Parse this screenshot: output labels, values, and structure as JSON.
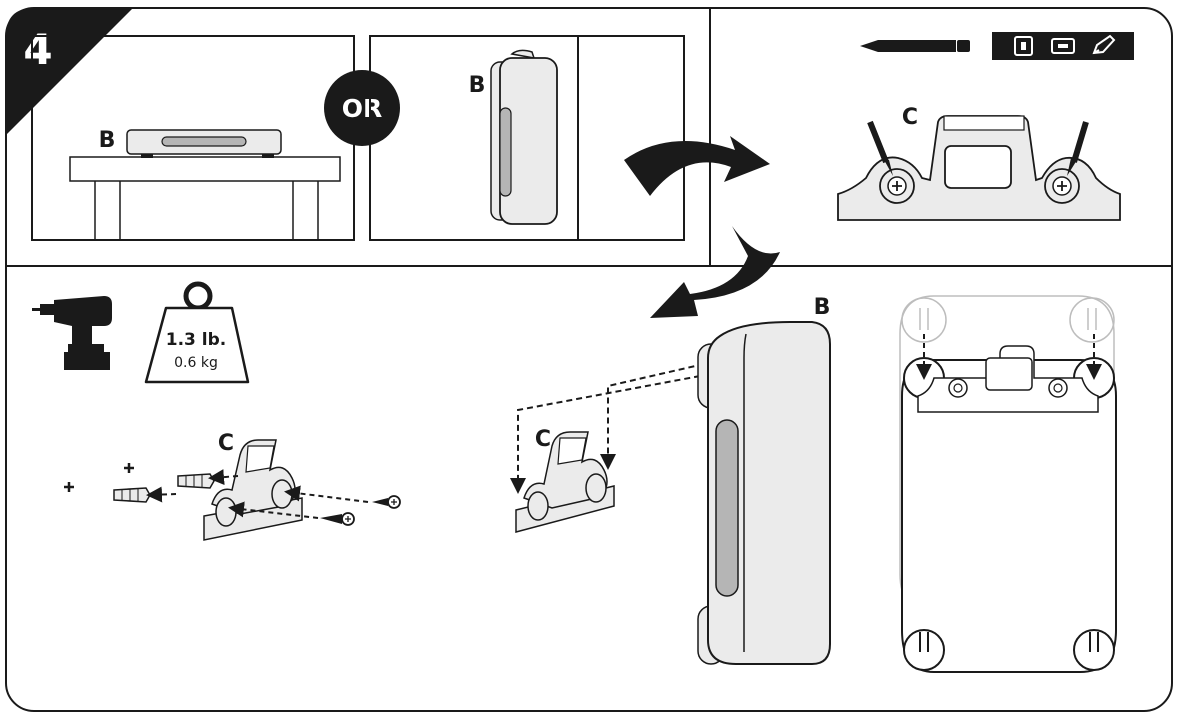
{
  "step": {
    "number": "4",
    "or_label": "OR"
  },
  "parts": {
    "device_label": "B",
    "bracket_label": "C"
  },
  "weight": {
    "lb": "1.3 lb.",
    "kg": "0.6 kg"
  },
  "colors": {
    "ink": "#1a1a1a",
    "device_fill": "#ebebeb",
    "slot_fill": "#b5b5b5",
    "faint": "#bdbdbd"
  },
  "icons": {
    "tools": [
      "pencil-icon",
      "level-icon",
      "level-horizontal-icon",
      "marker-icon"
    ],
    "power_tool": "drill-icon",
    "weight": "weight-icon"
  }
}
